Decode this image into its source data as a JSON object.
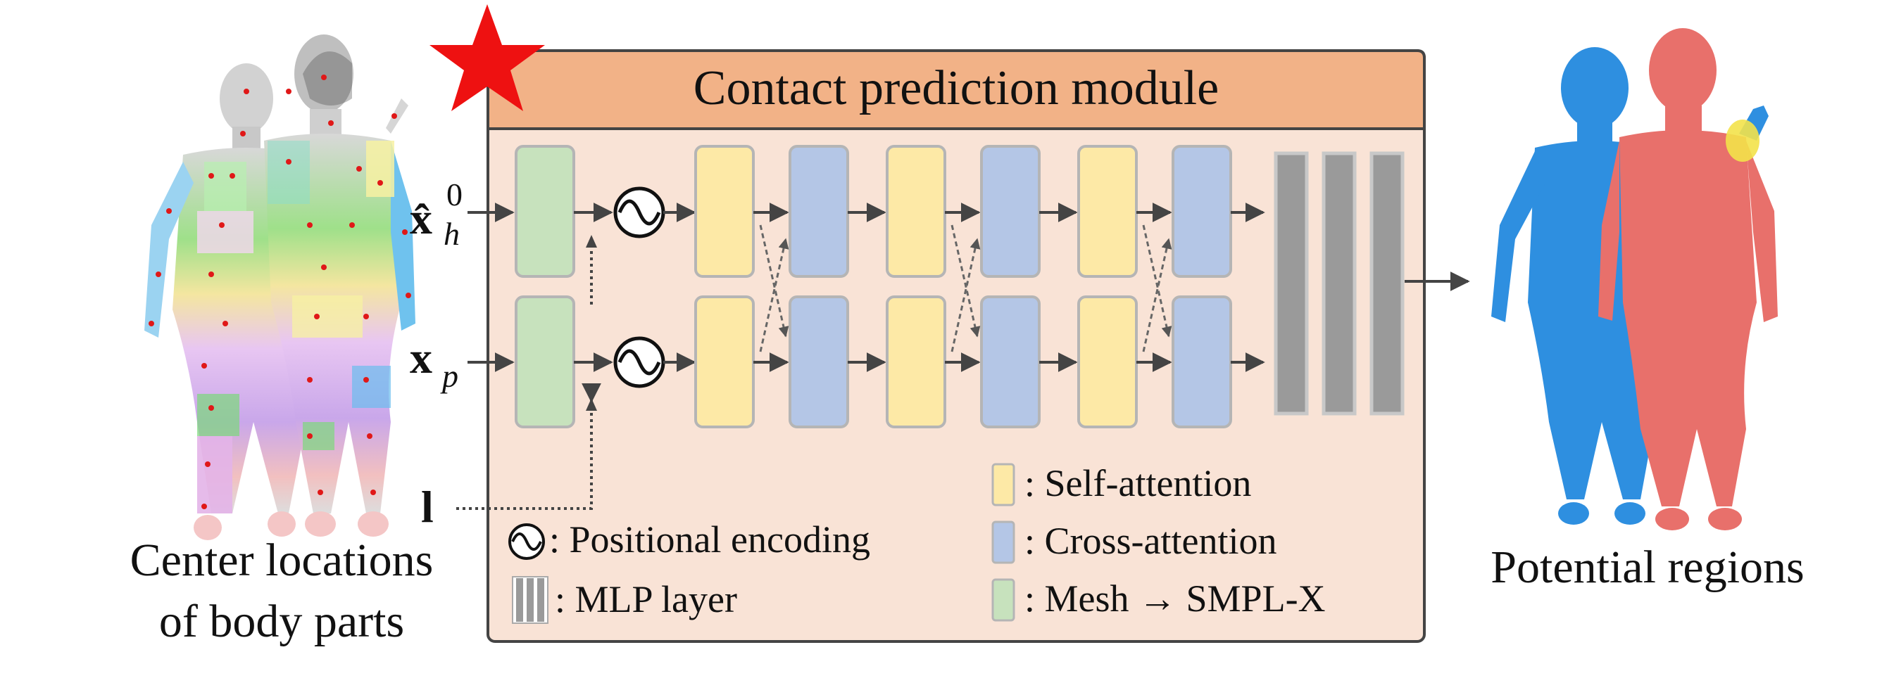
{
  "module": {
    "title": "Contact prediction module"
  },
  "inputs": {
    "xh": {
      "main": "x̂",
      "sup": "0",
      "sub": "h"
    },
    "xp": {
      "main": "x",
      "sub": "p"
    },
    "l": {
      "main": "l"
    }
  },
  "left_caption": {
    "line1": "Center locations",
    "line2": "of body parts"
  },
  "right_caption": "Potential regions",
  "legend": {
    "positional": ": Positional encoding",
    "mlp": ": MLP layer",
    "self": ": Self-attention",
    "cross": ": Cross-attention",
    "mesh": ": Mesh → SMPL-X"
  },
  "colors": {
    "module_bg": "#f9e3d6",
    "module_header": "#f2b287",
    "mesh_block": "#c7e2bd",
    "self_attn_block": "#fde9a6",
    "cross_attn_block": "#b4c6e6",
    "mlp_block": "#9a9a9a",
    "star": "#ee1111",
    "human_blue": "#2e8fe0",
    "human_red": "#e8706b",
    "contact_highlight": "#f3e24a"
  },
  "icons": {
    "star": "star-icon",
    "positional_encoding": "sine-wave-icon"
  }
}
